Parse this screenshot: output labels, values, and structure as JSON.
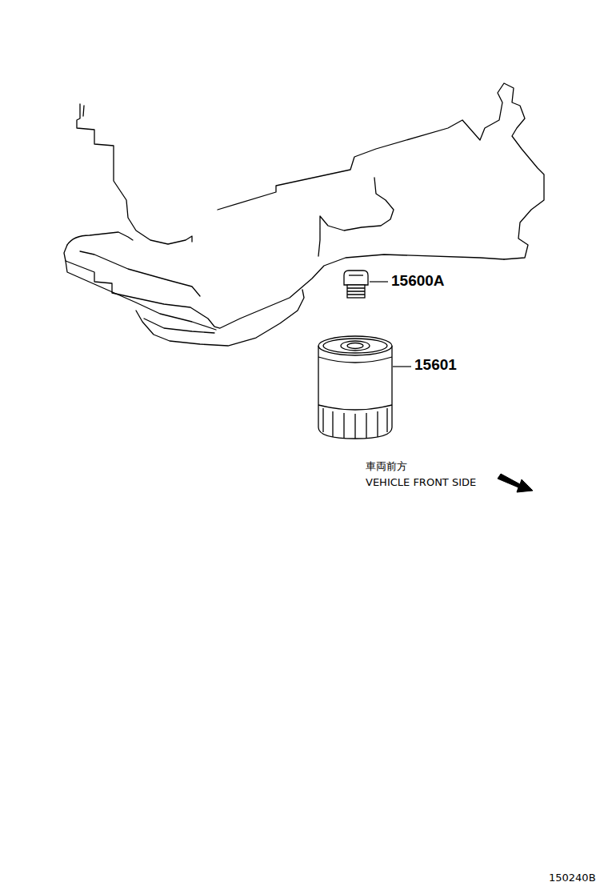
{
  "diagram": {
    "labels": [
      "15600A",
      "15601",
      "車両前方",
      "VEHICLE FRONT SIDE",
      "150240B"
    ]
  }
}
